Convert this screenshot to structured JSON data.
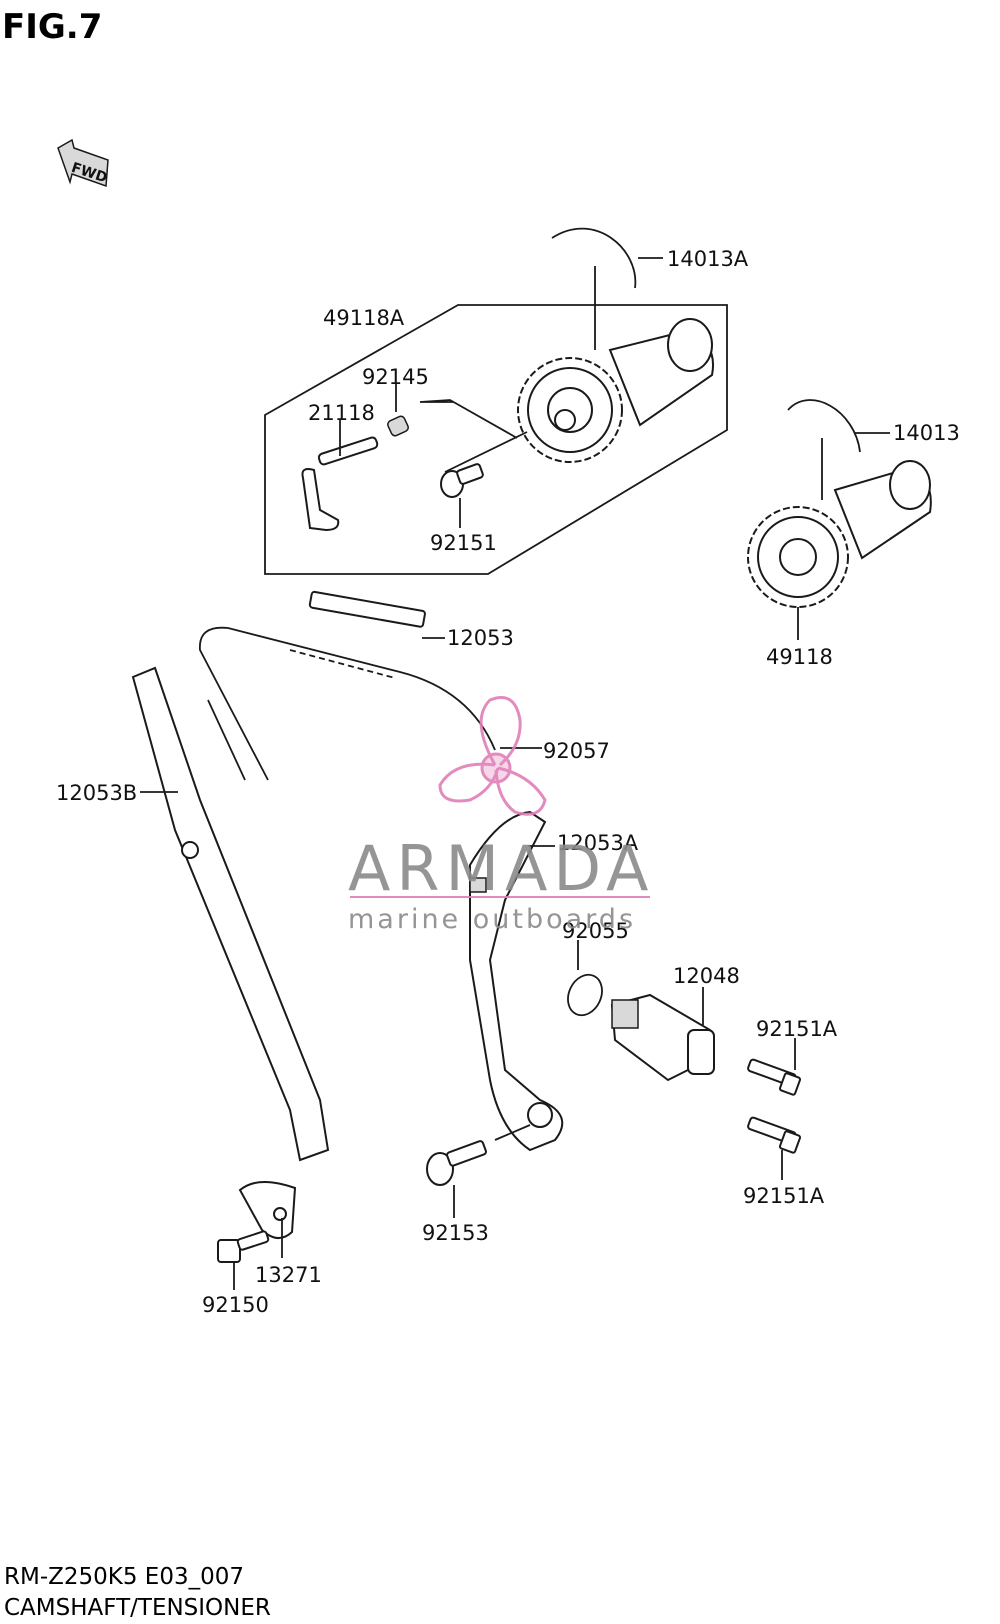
{
  "figure": {
    "title": "FIG.7"
  },
  "fwd_label": "FWD",
  "watermark": {
    "brand": "ARMADA",
    "tagline": "marine outboards",
    "color": "#e07fb8"
  },
  "labels": {
    "p14013A": "14013A",
    "p49118A": "49118A",
    "p92145": "92145",
    "p21118": "21118",
    "p92151": "92151",
    "p14013": "14013",
    "p49118": "49118",
    "p12053": "12053",
    "p92057": "92057",
    "p12053B": "12053B",
    "p12053A": "12053A",
    "p92055": "92055",
    "p12048": "12048",
    "p92151A_top": "92151A",
    "p92151A_bottom": "92151A",
    "p92153": "92153",
    "p13271": "13271",
    "p92150": "92150"
  },
  "footer": {
    "model_code": "RM-Z250K5 E03_007",
    "section": "CAMSHAFT/TENSIONER"
  }
}
